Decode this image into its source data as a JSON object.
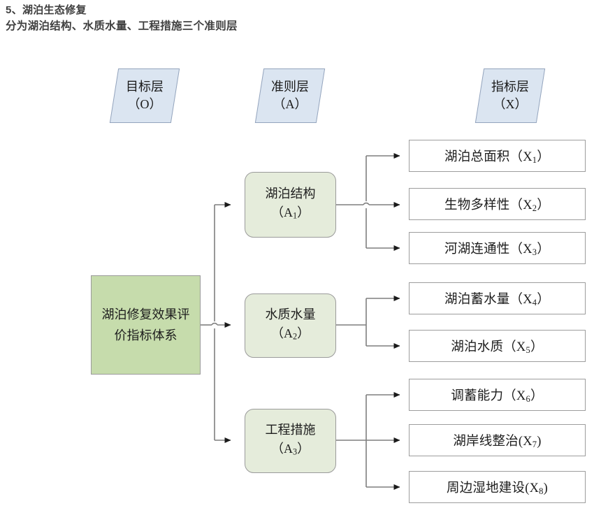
{
  "headings": {
    "line1": "5、湖泊生态修复",
    "line2": "分为湖泊结构、水质水量、工程措施三个准则层"
  },
  "colors": {
    "goal_fill": "#c6dcac",
    "criteria_fill": "#e5ecdb",
    "indicator_fill": "#ffffff",
    "layer_tag_fill": "#dbe5f1",
    "layer_tag_border": "#94a4bd",
    "box_border": "#9a9a9a",
    "connector": "#7f7f7f"
  },
  "layer_tags": [
    {
      "name": "goal-layer-tag",
      "line1": "目标层",
      "line2": "（O）"
    },
    {
      "name": "criteria-layer-tag",
      "line1": "准则层",
      "line2": "（A）"
    },
    {
      "name": "indicator-layer-tag",
      "line1": "指标层",
      "line2": "（X）"
    }
  ],
  "goal": {
    "label": "湖泊修复效果评价指标体系",
    "code": "O"
  },
  "criteria": [
    {
      "label": "湖泊结构",
      "code": "A",
      "index": "1",
      "paren_open": "（",
      "paren_close": "）"
    },
    {
      "label": "水质水量",
      "code": "A",
      "index": "2",
      "paren_open": "（",
      "paren_close": "）"
    },
    {
      "label": "工程措施",
      "code": "A",
      "index": "3",
      "paren_open": "（",
      "paren_close": "）"
    }
  ],
  "indicators": [
    {
      "group": 0,
      "label": "湖泊总面积",
      "sep": "（X",
      "index": "1",
      "close": "）"
    },
    {
      "group": 0,
      "label": "生物多样性",
      "sep": "（X",
      "index": "2",
      "close": "）"
    },
    {
      "group": 0,
      "label": "河湖连通性",
      "sep": "（X",
      "index": "3",
      "close": "）"
    },
    {
      "group": 1,
      "label": "湖泊蓄水量",
      "sep": "（X",
      "index": "4",
      "close": "）"
    },
    {
      "group": 1,
      "label": "湖泊水质",
      "sep": "（X",
      "index": "5",
      "close": "）"
    },
    {
      "group": 2,
      "label": "调蓄能力",
      "sep": "（X",
      "index": "6",
      "close": "）"
    },
    {
      "group": 2,
      "label": "湖岸线整治",
      "sep": "(X",
      "index": "7",
      "close": ")"
    },
    {
      "group": 2,
      "label": "周边湿地建设",
      "sep": "(X",
      "index": "8",
      "close": ")"
    }
  ]
}
